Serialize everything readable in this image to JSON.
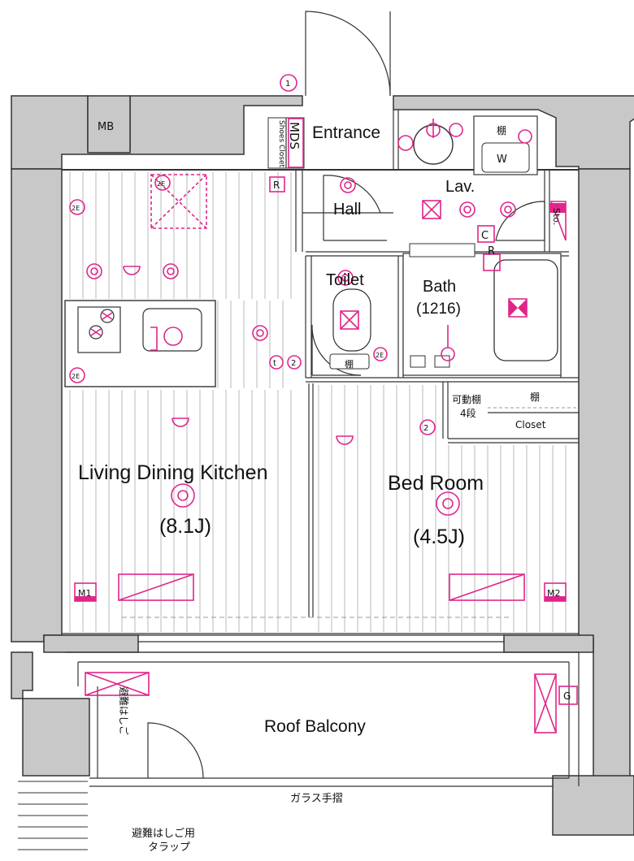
{
  "rooms": {
    "entrance": "Entrance",
    "hall": "Hall",
    "lav": "Lav.",
    "toilet": "Toilet",
    "bath": "Bath",
    "bath_size": "(1216)",
    "ldk": "Living Dining Kitchen",
    "ldk_size": "(8.1J)",
    "bedroom": "Bed Room",
    "bedroom_size": "(4.5J)",
    "closet": "Closet",
    "balcony": "Roof Balcony"
  },
  "labels": {
    "mb": "MB",
    "shoes_closet": "Shoes Closet",
    "mds": "MDS",
    "sto": "Sto.",
    "washer": "W",
    "shelf": "棚",
    "movable_shelf_line1": "可動棚",
    "movable_shelf_line2": "4段",
    "shelf_closet": "棚",
    "glass_railing": "ガラス手摺",
    "evac_ladder": "避難はしご",
    "evac_hatch_line1": "避難はしご用",
    "evac_hatch_line2": "タラップ",
    "m1": "M1",
    "m2": "M2",
    "r": "R",
    "c": "C",
    "g": "G",
    "twoE": "2E",
    "t": "t",
    "two": "2",
    "one": "1"
  },
  "colors": {
    "accent": "#e0268a",
    "wall": "#c8c8c8",
    "line": "#333333"
  }
}
